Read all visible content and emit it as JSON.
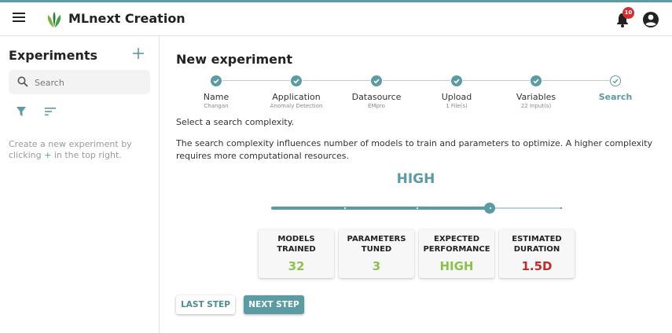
{
  "app": {
    "title": "MLnext Creation",
    "notification_count": "10",
    "accent_color": "#5b9ba3"
  },
  "icons": {
    "menu": "hamburger-menu-icon",
    "logo": "leaf-logo-icon",
    "notifications": "bell-icon",
    "account": "account-circle-icon",
    "add": "plus-icon",
    "search": "search-icon",
    "filter": "filter-icon",
    "sort": "sort-icon",
    "step_done": "check-circle-icon",
    "step_current": "check-circle-outline-icon"
  },
  "sidebar": {
    "title": "Experiments",
    "search_placeholder": "Search",
    "empty_text_before": "Create a new experiment by clicking",
    "empty_plus": "+",
    "empty_text_after": "in the top right."
  },
  "main": {
    "title": "New experiment",
    "steps": [
      {
        "label": "Name",
        "sub": "Changan",
        "status": "done"
      },
      {
        "label": "Application",
        "sub": "Anomaly Detection",
        "status": "done"
      },
      {
        "label": "Datasource",
        "sub": "EMpro",
        "status": "done"
      },
      {
        "label": "Upload",
        "sub": "1 File(s)",
        "status": "done"
      },
      {
        "label": "Variables",
        "sub": "22 Input(s)",
        "status": "done"
      },
      {
        "label": "Search",
        "sub": "",
        "status": "current"
      }
    ],
    "prompt": "Select a search complexity.",
    "description": "The search complexity influences number of models to train and parameters to optimize. A higher complexity requires more computational resources.",
    "complexity": {
      "label": "HIGH",
      "levels": 4,
      "selected_index": 3,
      "slider_fraction": 0.75
    },
    "cards": [
      {
        "label_line1": "MODELS",
        "label_line2": "TRAINED",
        "value": "32",
        "color": "#8bc34a"
      },
      {
        "label_line1": "PARAMETERS",
        "label_line2": "TUNED",
        "value": "3",
        "color": "#8bc34a"
      },
      {
        "label_line1": "EXPECTED",
        "label_line2": "PERFORMANCE",
        "value": "HIGH",
        "color": "#8bc34a"
      },
      {
        "label_line1": "ESTIMATED",
        "label_line2": "DURATION",
        "value": "1.5D",
        "color": "#c62828"
      }
    ],
    "buttons": {
      "last_step": "LAST STEP",
      "next_step": "NEXT STEP"
    }
  }
}
